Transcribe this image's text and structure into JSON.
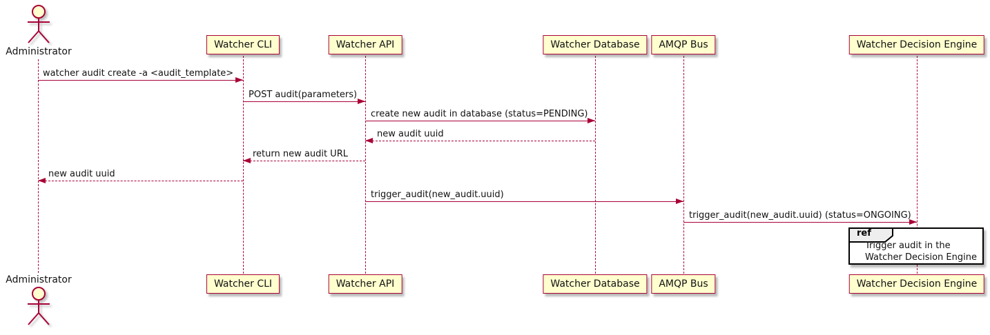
{
  "diagram": {
    "type": "sequence",
    "colors": {
      "participant_fill": "#FEFECE",
      "participant_border": "#A80036",
      "line_color": "#A80036",
      "ref_border": "#000000",
      "ref_tab_fill": "#EEEEEE"
    },
    "actor": {
      "label": "Administrator"
    },
    "participants": [
      {
        "label": "Watcher CLI"
      },
      {
        "label": "Watcher API"
      },
      {
        "label": "Watcher Database"
      },
      {
        "label": "AMQP Bus"
      },
      {
        "label": "Watcher Decision Engine"
      }
    ],
    "messages": [
      {
        "from": "Administrator",
        "to": "Watcher CLI",
        "style": "solid",
        "text": "watcher audit create -a <audit_template>"
      },
      {
        "from": "Watcher CLI",
        "to": "Watcher API",
        "style": "solid",
        "text": "POST audit(parameters)"
      },
      {
        "from": "Watcher API",
        "to": "Watcher Database",
        "style": "solid",
        "text": "create new audit in database (status=PENDING)"
      },
      {
        "from": "Watcher Database",
        "to": "Watcher API",
        "style": "dashed",
        "text": "new audit uuid"
      },
      {
        "from": "Watcher API",
        "to": "Watcher CLI",
        "style": "dashed",
        "text": "return new audit URL"
      },
      {
        "from": "Watcher CLI",
        "to": "Administrator",
        "style": "dashed",
        "text": "new audit uuid"
      },
      {
        "from": "Watcher API",
        "to": "AMQP Bus",
        "style": "solid",
        "text": "trigger_audit(new_audit.uuid)"
      },
      {
        "from": "AMQP Bus",
        "to": "Watcher Decision Engine",
        "style": "solid",
        "text": "trigger_audit(new_audit.uuid) (status=ONGOING)"
      }
    ],
    "ref": {
      "tag": "ref",
      "line1": "Trigger audit in the",
      "line2": "Watcher Decision Engine"
    }
  }
}
